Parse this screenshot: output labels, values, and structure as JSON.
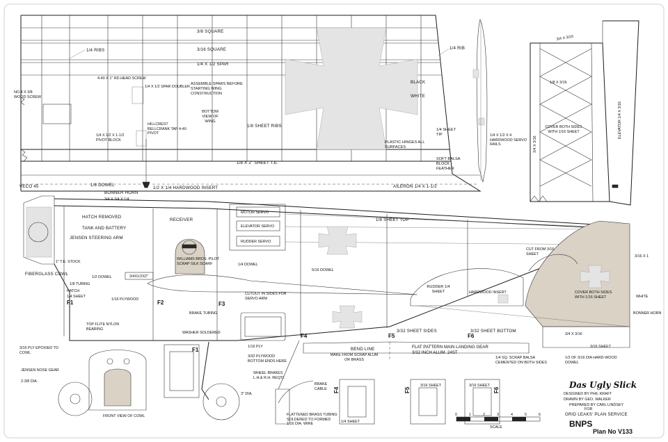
{
  "wing": {
    "labels": {
      "ribs_quarter": "1/4 RIBS",
      "square_3_8": "3/8 SQUARE",
      "square_3_16": "3/16 SQUARE",
      "spar_1_4": "1/4 X 1/2 SPAR",
      "bolt": "4-40 X 1\" RD.HEAD SCREW",
      "spar_doubler": "1/4 X 1/2 SPAR DOUBLER",
      "assemble": "ASSEMBLE SPARS BEFORE STARTING WING CONSTRUCTION",
      "bottom_view": "BOTTOM VIEW OF WING",
      "wood_screw": "NO.4 X 3/8 WOOD SCREW",
      "bellcrank": "HILLCREST BELLCRANK TAP 4-40 PIVOT",
      "pivot_block": "1/4 X 1/2 X 1-1/2 PIVOT BLOCK",
      "sheet_ribs": "1/8 SHEET RIBS",
      "sheet_te": "1/8 X 2\" SHEET T.E.",
      "plastic_hinges": "PLASTIC HINGES ALL SURFACES",
      "rib_tip": "1/4 RIB",
      "black": "BLACK",
      "white": "WHITE",
      "sheet_tip": "1/4 SHEET TIP",
      "soft_balsa": "SOFT BALSA BLOCK FEATHER",
      "aileron": "AILERON 1/4 X 1-1/2",
      "hardwood_insert": "1/2 X 1/4 HARDWOOD INSERT",
      "bonner_horn": "BONNER HORN",
      "dowel_1_8": "1/8 DOWEL"
    }
  },
  "stab": {
    "labels": {
      "rails": "1/4 X 1/2 X 4 HARDWOOD SERVO RAILS",
      "quarter_x_3_16": "3/4 X 3/16",
      "eighth_x_3_16": "1/8 X 3/16",
      "cover_sides": "COVER BOTH SIDES WITH 1/16 SHEET",
      "elevator": "ELEVATOR 1/4 X 3/16",
      "three_quarter": "3/4 X 3/16"
    }
  },
  "fuselage": {
    "labels": {
      "veco": "VECO 45",
      "stock": "3/4 X 3/4 X 1/4",
      "hatch_removed": "HATCH REMOVED",
      "tank": "TANK AND BATTERY",
      "jensen_arm": "JENSEN STEERING ARM",
      "te_stock": "1\" T.E. STOCK",
      "receiver": "RECEIVER",
      "motor_servo": "MOTOR SERVO",
      "elevator_servo": "ELEVATOR SERVO",
      "rudder_servo": "RUDDER SERVO",
      "sheet_top": "1/8 SHEET TOP",
      "pilot": "WILLIAMS BROS. PILOT SCRAP SILK SCARF",
      "dowel_quarter": "1/4 DOWEL",
      "dowel_5_16": "5/16 DOWEL",
      "fiberglass": "FIBERGLASS COWL",
      "dowel_half": "1/2 DOWEL",
      "tubing": "1/8 TUBING",
      "hatch": "HATCH",
      "sheet_quarter": "1/4 SHEET",
      "ply": "1/16 PLYWOOD",
      "cutout": "CUTOUT IN SIDES FOR SERVO ARM",
      "rudder": "RUDDER 1/4 SHEET",
      "hardwood_insert": "HARDWOOD INSERT",
      "cut_from": "CUT FROM 3/16 SHEET",
      "cover_sides": "COVER BOTH SIDES WITH 1/16 SHEET",
      "white": "WHITE",
      "bonner_horn": "BONNER HORN",
      "sheet_3_16_x1": "3/16 X 1",
      "brake_tubing": "BRAKE TUBING",
      "washer": "WASHER SOLDERED",
      "nylon": "TOP FLITE NYLON BEARING",
      "epoxied": "3/16 PLY EPOXIED TO COWL",
      "jensen_gear": "JENSEN NOSE GEAR",
      "dia": "2-3/8 DIA.",
      "ply_3_32": "3/32 PLYWOOD BOTTOM ENDS HERE",
      "ply_1_16": "1/16 PLY",
      "wheel_brakes": "WHEEL BRAKES L.H.& R.H. REQ'D.",
      "bend_line": "BEND LINE",
      "scrap_alum": "MAKE FROM SCRAP ALUM OR BRASS",
      "sheet_sides": "3/32 SHEET SIDES",
      "sheet_bottom": "3/32 SHEET BOTTOM",
      "flat_pattern": "FLAT PATTERN MAIN LANDING GEAR 3/32 INCH ALUM. 24ST",
      "sq_balsa": "1/4 SQ. SCRAP BALSA CEMENTED ON BOTH SIDES",
      "dowel_hard": "1/2 OF 3/16 DIA HARD-WOOD DOWEL",
      "sheet_3_16": "3/16 SHEET",
      "three_q": "3/4 X 3/16",
      "front_cowl": "FRONT VIEW OF COWL",
      "three_dia": "3\" DIA.",
      "brake_cable": "BRAKE CABLE",
      "flattened": "FLATTENED BRASS TUBING SOLDERED TO FORMED 1/16 DIA. WIRE",
      "sheet_1_4_bottom": "1/4 SHEET"
    },
    "formers": [
      "F1",
      "F2",
      "F3",
      "F4",
      "F5",
      "F6"
    ]
  },
  "title_block": {
    "title": "Das Ugly Slick",
    "designed": "DESIGNED BY PHIL KRAFT",
    "drawn": "DRAWN BY GEO. WALKER",
    "prepared": "PREPARED BY CARL LINDSEY",
    "for": "FOR",
    "service": "GRID LEAKS' PLAN SERVICE",
    "logo": "BNPS",
    "plan_no": "Plan No V133",
    "scale": "SCALE",
    "scale_ticks": [
      "0",
      "1",
      "2",
      "3",
      "4",
      "5",
      "6"
    ]
  },
  "formers_detail": {
    "f4": "F4",
    "f5_label": "F5",
    "f5_sheet": "3/16 SHEET",
    "f6_label": "F6",
    "f6_sheet": "3/16 SHEET",
    "bottom_sheet": "1/4 SHEET",
    "f1": "F1"
  }
}
